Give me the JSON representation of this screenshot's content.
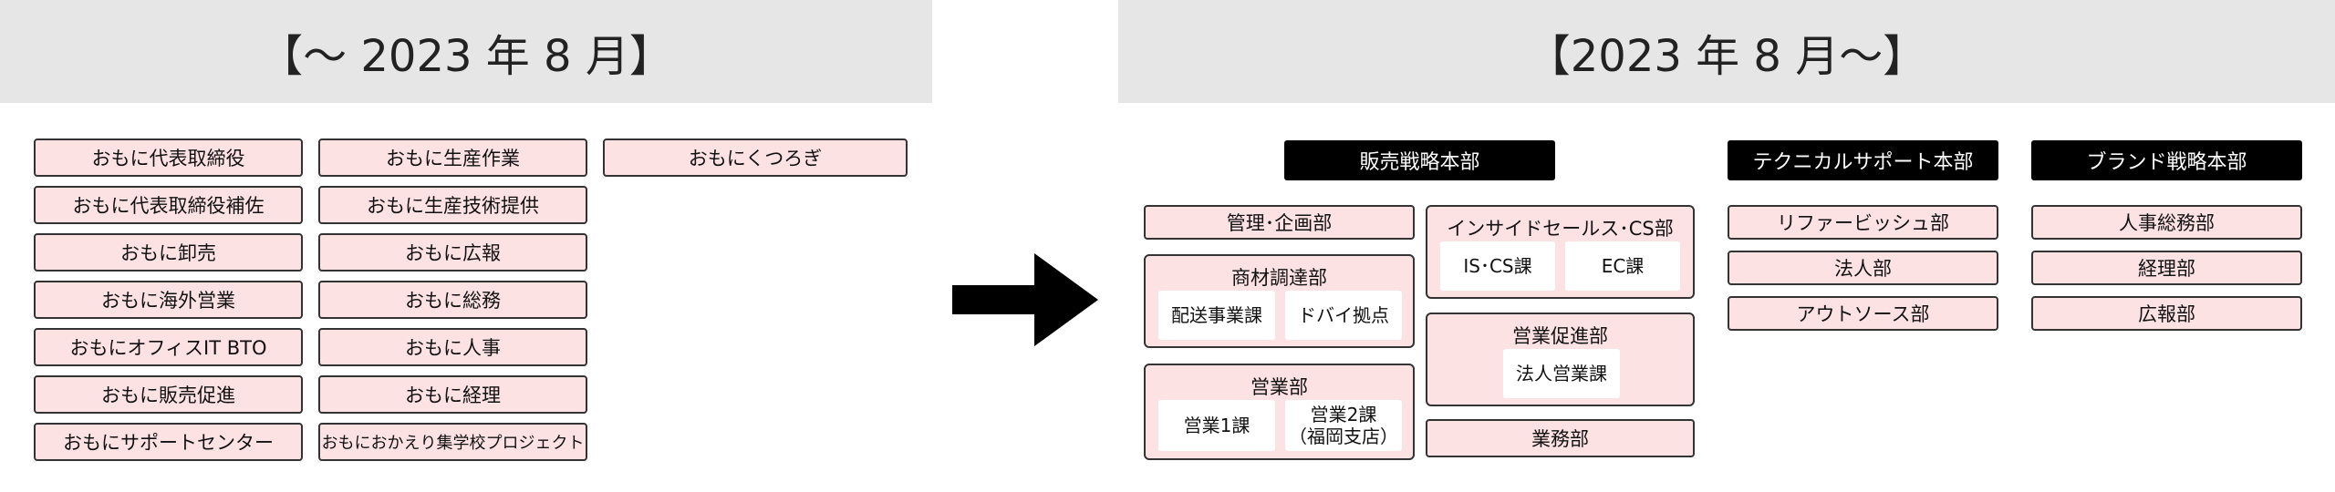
{
  "headers": {
    "before": "【～ 2023 年 8 月】",
    "after": "【2023 年 8 月～】"
  },
  "before": {
    "columns": [
      [
        "おもに代表取締役",
        "おもに代表取締役補佐",
        "おもに卸売",
        "おもに海外営業",
        "おもにオフィスIT BTO",
        "おもに販売促進",
        "おもにサポートセンター"
      ],
      [
        "おもに生産作業",
        "おもに生産技術提供",
        "おもに広報",
        "おもに総務",
        "おもに人事",
        "おもに経理",
        "おもにおかえり集学校プロジェクト"
      ],
      [
        "おもにくつろぎ"
      ]
    ]
  },
  "after": {
    "hanbai": {
      "title": "販売戦略本部",
      "kanri": "管理･企画部",
      "shozai": {
        "title": "商材調達部",
        "subs": [
          "配送事業課",
          "ドバイ拠点"
        ]
      },
      "eigyo": {
        "title": "営業部",
        "subs": [
          "営業1課",
          "営業2課",
          "（福岡支店）"
        ]
      },
      "inside": {
        "title": "インサイドセールス･CS部",
        "subs": [
          "IS･CS課",
          "EC課"
        ]
      },
      "sokushin": {
        "title": "営業促進部",
        "subs": [
          "法人営業課"
        ]
      },
      "gyomu": "業務部"
    },
    "technical": {
      "title": "テクニカルサポート本部",
      "items": [
        "リファービッシュ部",
        "法人部",
        "アウトソース部"
      ]
    },
    "brand": {
      "title": "ブランド戦略本部",
      "items": [
        "人事総務部",
        "経理部",
        "広報部"
      ]
    }
  },
  "colors": {
    "pink_fill": "#fde2e4",
    "header_gray": "#e6e6e6",
    "dark": "#000000"
  },
  "icons": {
    "transition": "right-arrow-icon"
  }
}
